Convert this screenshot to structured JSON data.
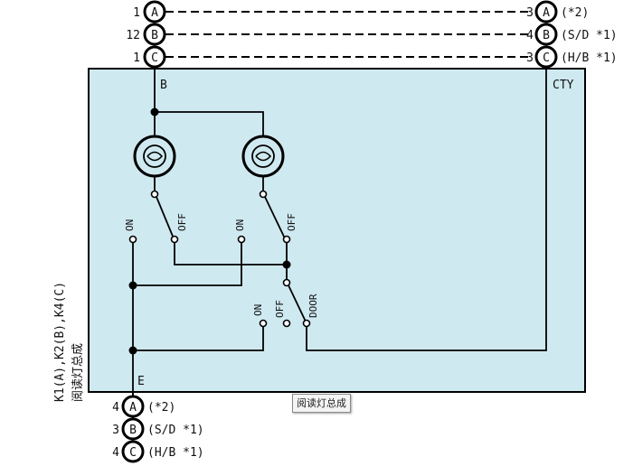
{
  "top_connectors": [
    {
      "left_pin": "1",
      "letter": "A",
      "right_pin": "3",
      "right_letter": "A",
      "note": "(*2)"
    },
    {
      "left_pin": "12",
      "letter": "B",
      "right_pin": "4",
      "right_letter": "B",
      "note": "(S/D *1)"
    },
    {
      "left_pin": "1",
      "letter": "C",
      "right_pin": "3",
      "right_letter": "C",
      "note": "(H/B *1)"
    }
  ],
  "bottom_connectors": [
    {
      "pin": "4",
      "letter": "A",
      "note": "(*2)"
    },
    {
      "pin": "3",
      "letter": "B",
      "note": "(S/D *1)"
    },
    {
      "pin": "4",
      "letter": "C",
      "note": "(H/B *1)"
    }
  ],
  "box_labels": {
    "b": "B",
    "cty": "CTY",
    "e": "E"
  },
  "switch_labels": {
    "sw1_on": "ON",
    "sw1_off": "OFF",
    "sw2_on": "ON",
    "sw2_off": "OFF",
    "door_on": "ON",
    "door_off": "OFF",
    "door_door": "DOOR"
  },
  "side_label": {
    "line1": "K1(A),K2(B),K4(C)",
    "line2": "阅读灯总成"
  },
  "tooltip": "阅读灯总成",
  "colors": {
    "box_fill": "#cfe9f0",
    "line": "#000000"
  }
}
